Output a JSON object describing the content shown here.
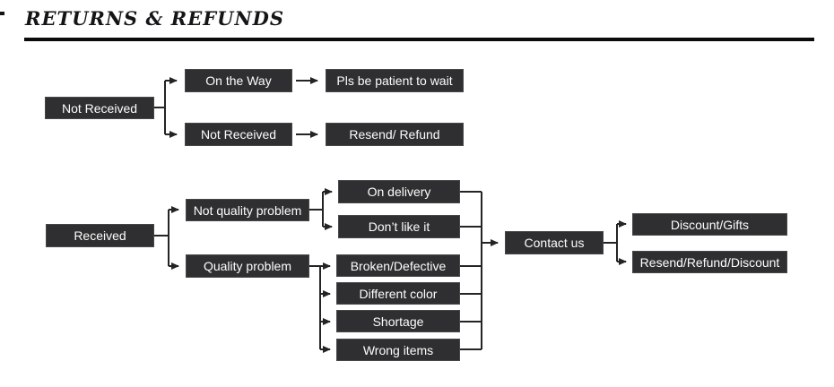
{
  "header": {
    "title": "RETURNS & REFUNDS"
  },
  "colors": {
    "node_bg": "#2f2f31",
    "node_text": "#fdfdfd",
    "line": "#242424",
    "rule": "#0b0b0b"
  },
  "flow": {
    "not_received": {
      "root": "Not Received",
      "cases": [
        {
          "status": "On the Way",
          "action": "Pls be patient to wait"
        },
        {
          "status": "Not Received",
          "action": "Resend/ Refund"
        }
      ]
    },
    "received": {
      "root": "Received",
      "groups": [
        {
          "label": "Not quality problem",
          "reasons": [
            "On delivery",
            "Don’t like it"
          ]
        },
        {
          "label": "Quality problem",
          "reasons": [
            "Broken/Defective",
            "Different color",
            "Shortage",
            "Wrong items"
          ]
        }
      ],
      "contact": "Contact us",
      "outcomes": [
        "Discount/Gifts",
        "Resend/Refund/Discount"
      ]
    }
  }
}
